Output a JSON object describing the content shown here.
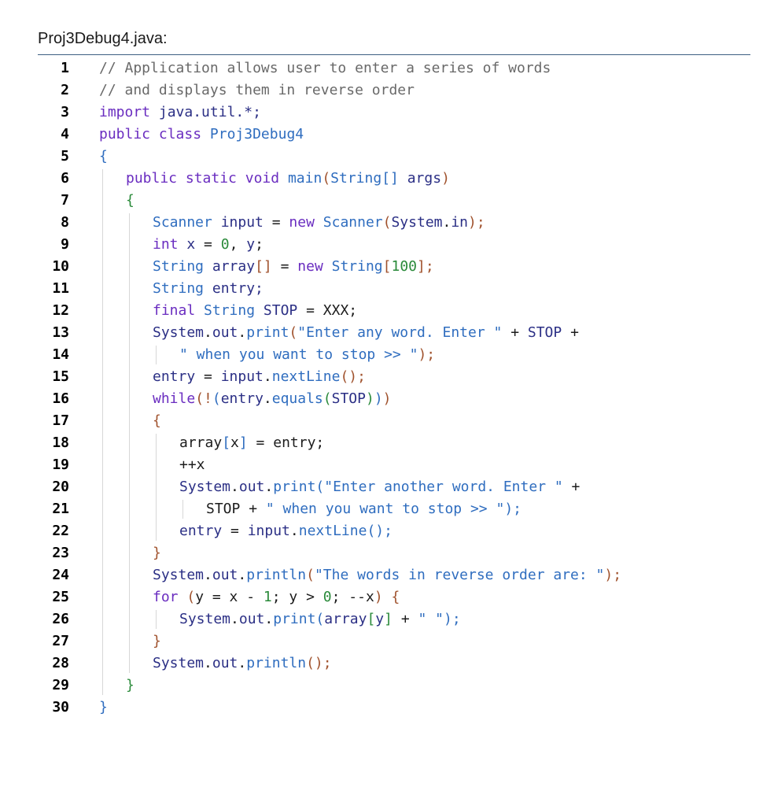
{
  "file": {
    "title": "Proj3Debug4.java:"
  },
  "theme": {
    "comment": "#696969",
    "keyword": "#6a2dc0",
    "plain": "#1c1c1c",
    "identifier": "#2b2f85",
    "method": "#2f6dbf",
    "string": "#2f6dbf",
    "number": "#2a8a3a",
    "operator": "#1c1c1c",
    "brace1": "#2f6dbf",
    "brace2": "#2a8a3a",
    "brace3": "#a0522d",
    "rule": "#3d5f82"
  },
  "code_lines": [
    {
      "number": "1",
      "indent": 0,
      "tokens": [
        [
          "// Application allows user to enter a series of words",
          "comment"
        ]
      ]
    },
    {
      "number": "2",
      "indent": 0,
      "tokens": [
        [
          "// and displays them in reverse order",
          "comment"
        ]
      ]
    },
    {
      "number": "3",
      "indent": 0,
      "tokens": [
        [
          "import",
          "keyword"
        ],
        [
          " ",
          "plain"
        ],
        [
          "java.util.*;",
          "identifier"
        ]
      ]
    },
    {
      "number": "4",
      "indent": 0,
      "tokens": [
        [
          "public",
          "keyword"
        ],
        [
          " ",
          "plain"
        ],
        [
          "class",
          "keyword"
        ],
        [
          " ",
          "plain"
        ],
        [
          "Proj3Debug4",
          "method"
        ]
      ]
    },
    {
      "number": "5",
      "indent": 0,
      "tokens": [
        [
          "{",
          "brace1"
        ]
      ]
    },
    {
      "number": "6",
      "indent": 1,
      "tokens": [
        [
          "public",
          "keyword"
        ],
        [
          " ",
          "plain"
        ],
        [
          "static",
          "keyword"
        ],
        [
          " ",
          "plain"
        ],
        [
          "void",
          "keyword"
        ],
        [
          " ",
          "plain"
        ],
        [
          "main",
          "method"
        ],
        [
          "(",
          "brace3"
        ],
        [
          "String",
          "method"
        ],
        [
          "[]",
          "brace1"
        ],
        [
          " ",
          "plain"
        ],
        [
          "args",
          "identifier"
        ],
        [
          ")",
          "brace3"
        ]
      ]
    },
    {
      "number": "7",
      "indent": 1,
      "tokens": [
        [
          "{",
          "brace2"
        ]
      ]
    },
    {
      "number": "8",
      "indent": 2,
      "tokens": [
        [
          "Scanner",
          "method"
        ],
        [
          " ",
          "plain"
        ],
        [
          "input",
          "identifier"
        ],
        [
          " = ",
          "operator"
        ],
        [
          "new",
          "keyword"
        ],
        [
          " ",
          "plain"
        ],
        [
          "Scanner",
          "method"
        ],
        [
          "(",
          "brace3"
        ],
        [
          "System",
          "identifier"
        ],
        [
          ".",
          "operator"
        ],
        [
          "in",
          "identifier"
        ],
        [
          ");",
          "brace3"
        ]
      ]
    },
    {
      "number": "9",
      "indent": 2,
      "tokens": [
        [
          "int",
          "keyword"
        ],
        [
          " ",
          "plain"
        ],
        [
          "x",
          "identifier"
        ],
        [
          " = ",
          "operator"
        ],
        [
          "0",
          "number"
        ],
        [
          ", ",
          "operator"
        ],
        [
          "y",
          "identifier"
        ],
        [
          ";",
          "operator"
        ]
      ]
    },
    {
      "number": "10",
      "indent": 2,
      "tokens": [
        [
          "String",
          "method"
        ],
        [
          " ",
          "plain"
        ],
        [
          "array",
          "identifier"
        ],
        [
          "[]",
          "brace3"
        ],
        [
          " = ",
          "operator"
        ],
        [
          "new",
          "keyword"
        ],
        [
          " ",
          "plain"
        ],
        [
          "String",
          "method"
        ],
        [
          "[",
          "brace3"
        ],
        [
          "100",
          "number"
        ],
        [
          "];",
          "brace3"
        ]
      ]
    },
    {
      "number": "11",
      "indent": 2,
      "tokens": [
        [
          "String",
          "method"
        ],
        [
          " ",
          "plain"
        ],
        [
          "entry;",
          "identifier"
        ]
      ]
    },
    {
      "number": "12",
      "indent": 2,
      "tokens": [
        [
          "final",
          "keyword"
        ],
        [
          " ",
          "plain"
        ],
        [
          "String",
          "method"
        ],
        [
          " ",
          "plain"
        ],
        [
          "STOP",
          "identifier"
        ],
        [
          " = XXX;",
          "operator"
        ]
      ]
    },
    {
      "number": "13",
      "indent": 2,
      "tokens": [
        [
          "System",
          "identifier"
        ],
        [
          ".",
          "operator"
        ],
        [
          "out",
          "identifier"
        ],
        [
          ".",
          "operator"
        ],
        [
          "print",
          "method"
        ],
        [
          "(",
          "brace3"
        ],
        [
          "\"Enter any word. Enter \"",
          "string"
        ],
        [
          " + ",
          "operator"
        ],
        [
          "STOP",
          "identifier"
        ],
        [
          " +",
          "operator"
        ]
      ]
    },
    {
      "number": "14",
      "indent": 3,
      "tokens": [
        [
          "\" when you want to stop >> \"",
          "string"
        ],
        [
          ");",
          "brace3"
        ]
      ]
    },
    {
      "number": "15",
      "indent": 2,
      "tokens": [
        [
          "entry",
          "identifier"
        ],
        [
          " = ",
          "operator"
        ],
        [
          "input",
          "identifier"
        ],
        [
          ".",
          "operator"
        ],
        [
          "nextLine",
          "method"
        ],
        [
          "();",
          "brace3"
        ]
      ]
    },
    {
      "number": "16",
      "indent": 2,
      "tokens": [
        [
          "while",
          "keyword"
        ],
        [
          "(!",
          "brace3"
        ],
        [
          "(",
          "brace1"
        ],
        [
          "entry",
          "identifier"
        ],
        [
          ".",
          "operator"
        ],
        [
          "equals",
          "method"
        ],
        [
          "(",
          "brace2"
        ],
        [
          "STOP",
          "identifier"
        ],
        [
          ")",
          "brace2"
        ],
        [
          ")",
          "brace1"
        ],
        [
          ")",
          "brace3"
        ]
      ]
    },
    {
      "number": "17",
      "indent": 2,
      "tokens": [
        [
          "{",
          "brace3"
        ]
      ]
    },
    {
      "number": "18",
      "indent": 3,
      "tokens": [
        [
          "array",
          "plain"
        ],
        [
          "[",
          "brace1"
        ],
        [
          "x",
          "plain"
        ],
        [
          "]",
          "brace1"
        ],
        [
          " = entry;",
          "plain"
        ]
      ]
    },
    {
      "number": "19",
      "indent": 3,
      "tokens": [
        [
          "++x",
          "plain"
        ]
      ]
    },
    {
      "number": "20",
      "indent": 3,
      "tokens": [
        [
          "System",
          "identifier"
        ],
        [
          ".",
          "operator"
        ],
        [
          "out",
          "identifier"
        ],
        [
          ".",
          "operator"
        ],
        [
          "print",
          "method"
        ],
        [
          "(",
          "brace1"
        ],
        [
          "\"Enter another word. Enter \"",
          "string"
        ],
        [
          " +",
          "operator"
        ]
      ]
    },
    {
      "number": "21",
      "indent": 4,
      "tokens": [
        [
          "STOP",
          "plain"
        ],
        [
          " + ",
          "operator"
        ],
        [
          "\" when you want to stop >> \"",
          "string"
        ],
        [
          ");",
          "brace1"
        ]
      ]
    },
    {
      "number": "22",
      "indent": 3,
      "tokens": [
        [
          "entry",
          "identifier"
        ],
        [
          " = ",
          "operator"
        ],
        [
          "input",
          "identifier"
        ],
        [
          ".",
          "operator"
        ],
        [
          "nextLine",
          "method"
        ],
        [
          "();",
          "brace1"
        ]
      ]
    },
    {
      "number": "23",
      "indent": 2,
      "tokens": [
        [
          "}",
          "brace3"
        ]
      ]
    },
    {
      "number": "24",
      "indent": 2,
      "tokens": [
        [
          "System",
          "identifier"
        ],
        [
          ".",
          "operator"
        ],
        [
          "out",
          "identifier"
        ],
        [
          ".",
          "operator"
        ],
        [
          "println",
          "method"
        ],
        [
          "(",
          "brace3"
        ],
        [
          "\"The words in reverse order are: \"",
          "string"
        ],
        [
          ");",
          "brace3"
        ]
      ]
    },
    {
      "number": "25",
      "indent": 2,
      "tokens": [
        [
          "for",
          "keyword"
        ],
        [
          " (",
          "brace3"
        ],
        [
          "y = x - ",
          "plain"
        ],
        [
          "1",
          "number"
        ],
        [
          "; y > ",
          "plain"
        ],
        [
          "0",
          "number"
        ],
        [
          "; --x",
          "plain"
        ],
        [
          ")",
          "brace3"
        ],
        [
          " {",
          "brace3"
        ]
      ]
    },
    {
      "number": "26",
      "indent": 3,
      "tokens": [
        [
          "System",
          "identifier"
        ],
        [
          ".",
          "operator"
        ],
        [
          "out",
          "identifier"
        ],
        [
          ".",
          "operator"
        ],
        [
          "print",
          "method"
        ],
        [
          "(",
          "brace1"
        ],
        [
          "array",
          "identifier"
        ],
        [
          "[",
          "brace2"
        ],
        [
          "y",
          "identifier"
        ],
        [
          "]",
          "brace2"
        ],
        [
          " + ",
          "operator"
        ],
        [
          "\" \"",
          "string"
        ],
        [
          ");",
          "brace1"
        ]
      ]
    },
    {
      "number": "27",
      "indent": 2,
      "tokens": [
        [
          "}",
          "brace3"
        ]
      ]
    },
    {
      "number": "28",
      "indent": 2,
      "tokens": [
        [
          "System",
          "identifier"
        ],
        [
          ".",
          "operator"
        ],
        [
          "out",
          "identifier"
        ],
        [
          ".",
          "operator"
        ],
        [
          "println",
          "method"
        ],
        [
          "();",
          "brace3"
        ]
      ]
    },
    {
      "number": "29",
      "indent": 1,
      "tokens": [
        [
          "}",
          "brace2"
        ]
      ]
    },
    {
      "number": "30",
      "indent": 0,
      "tokens": [
        [
          "}",
          "brace1"
        ]
      ]
    }
  ]
}
